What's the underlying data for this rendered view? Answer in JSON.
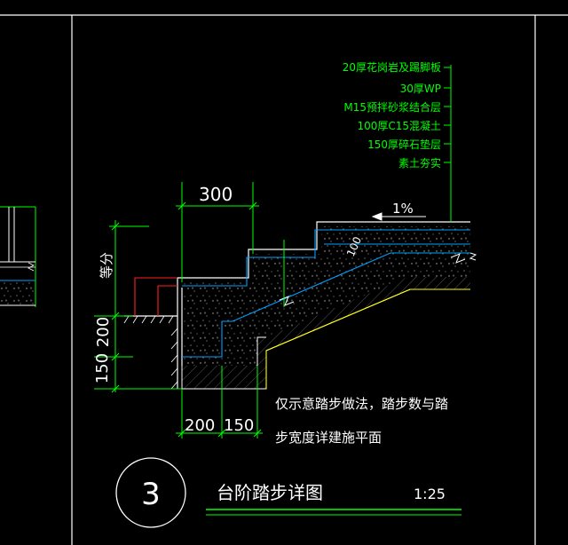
{
  "layer_callouts": [
    "20厚花岗岩及踢脚板",
    "30厚WP",
    "M15预拌砂浆结合层",
    "100厚C15混凝土",
    "150厚碎石垫层",
    "素土夯实"
  ],
  "dimensions": {
    "tread": "300",
    "slope": "1%",
    "riser_equal": "等分",
    "left_200": "200",
    "left_150": "150",
    "bottom_200": "200",
    "bottom_150": "150",
    "hatch_label": "100"
  },
  "note": {
    "line1": "仅示意踏步做法，踏步数与踏",
    "line2": "步宽度详建施平面"
  },
  "title": {
    "number": "3",
    "name": "台阶踏步详图",
    "scale": "1:25"
  },
  "colors": {
    "background": "#000000",
    "frame": "#ffffff",
    "dimension": "#00ff00",
    "callout_text": "#00ff00",
    "outline": "#ffffff",
    "layer_line": "#00a0ff",
    "earth": "#ffff00",
    "red_mark": "#ff2020",
    "note_text": "#ffffff"
  }
}
